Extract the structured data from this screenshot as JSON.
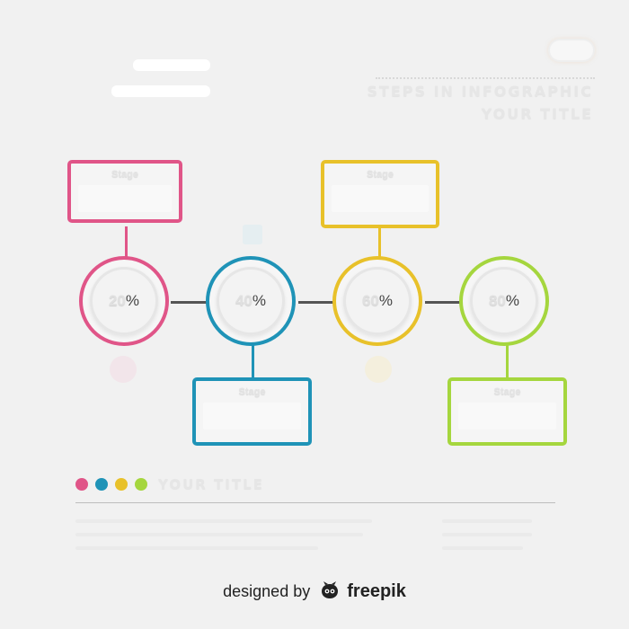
{
  "header": {
    "title_line1": "STEPS IN INFOGRAPHIC",
    "title_line2": "YOUR TITLE"
  },
  "steps": [
    {
      "value": "20",
      "unit": "%",
      "box_title": "Stage",
      "color": "#e05588"
    },
    {
      "value": "40",
      "unit": "%",
      "box_title": "Stage",
      "color": "#1f93b7"
    },
    {
      "value": "60",
      "unit": "%",
      "box_title": "Stage",
      "color": "#e8c12a"
    },
    {
      "value": "80",
      "unit": "%",
      "box_title": "Stage",
      "color": "#a5d63e"
    }
  ],
  "legend": {
    "title": "YOUR TITLE",
    "dot_colors": [
      "#e05588",
      "#1f93b7",
      "#e8c12a",
      "#a5d63e"
    ]
  },
  "footer": {
    "prefix": "designed by",
    "brand": "freepik"
  },
  "icons": [
    "freepik-logo-icon"
  ]
}
